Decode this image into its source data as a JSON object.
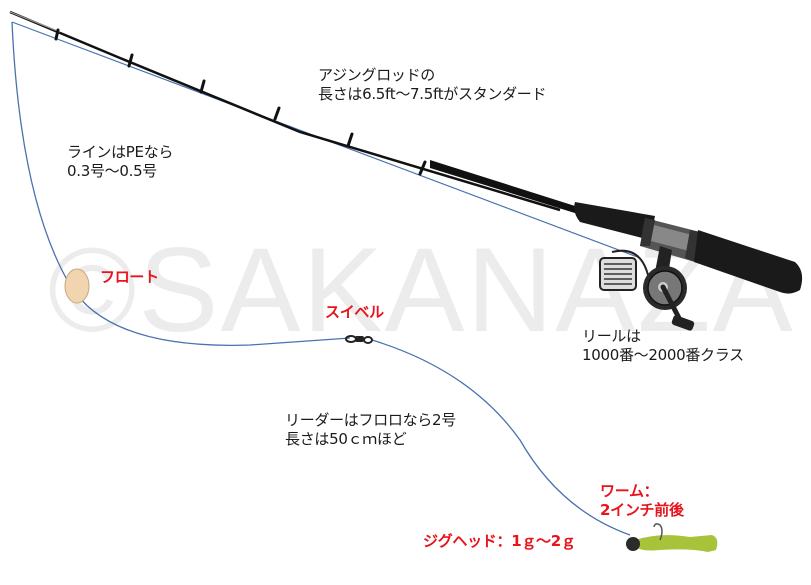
{
  "watermark": "©SAKANAZA",
  "labels": {
    "rod": [
      "アジングロッドの",
      "長さは6.5ft〜7.5ftがスタンダード"
    ],
    "line": [
      "ラインはPEなら",
      "0.3号〜0.5号"
    ],
    "float": "フロート",
    "swivel": "スイベル",
    "reel": [
      "リールは",
      "1000番〜2000番クラス"
    ],
    "leader": [
      "リーダーはフロロなら2号",
      "長さは50ｃｍほど"
    ],
    "worm": [
      "ワーム：",
      "2インチ前後"
    ],
    "jighead": "ジグヘッド：1ｇ〜2ｇ"
  },
  "colors": {
    "line": "#4a72b0",
    "rod": "#111111",
    "red_label": "#e8141b",
    "float": "#f0d5b0",
    "worm": "#a8c23a",
    "watermark": "#ececec"
  }
}
